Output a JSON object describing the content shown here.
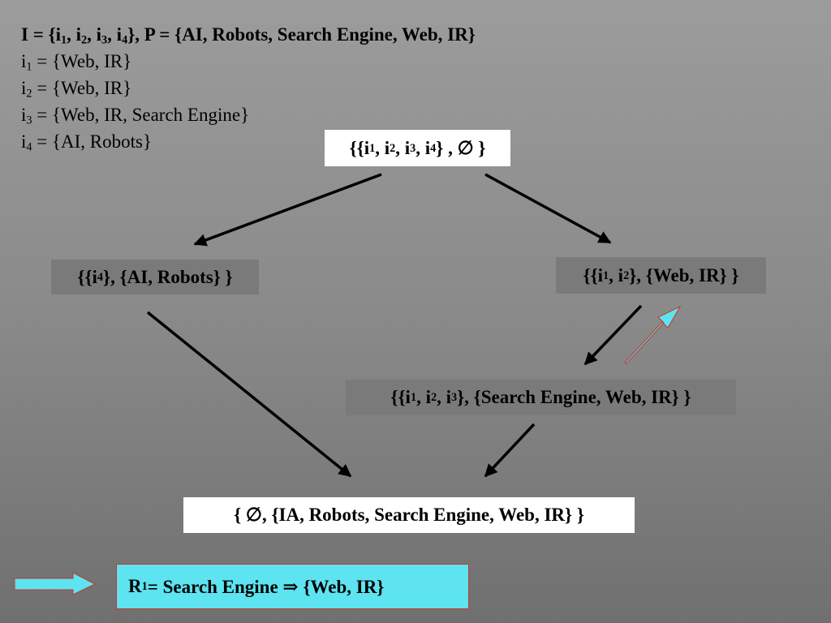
{
  "definitions": {
    "line1": {
      "prefix": "I = {i",
      "s1": "1",
      "t1": ", i",
      "s2": "2",
      "t2": ", i",
      "s3": "3",
      "t3": ", i",
      "s4": "4",
      "t4": "}, P = {AI, Robots, Search Engine, Web, IR}"
    },
    "items": [
      {
        "pre": "i",
        "sub": "1",
        "text": " = {Web, IR}"
      },
      {
        "pre": "i",
        "sub": "2",
        "text": " = {Web, IR}"
      },
      {
        "pre": "i",
        "sub": "3",
        "text": " = {Web, IR, Search Engine}"
      },
      {
        "pre": "i",
        "sub": "4",
        "text": " = {AI, Robots}"
      }
    ]
  },
  "nodes": {
    "top": {
      "p0": "{{i",
      "s1": "1",
      "p1": ", i",
      "s2": "2",
      "p2": ", i",
      "s3": "3",
      "p3": ", i",
      "s4": "4",
      "p4": "} , ∅ }"
    },
    "left": {
      "p0": "{{i",
      "s1": "4",
      "p1": "}, {AI, Robots} }"
    },
    "right": {
      "p0": "{{i",
      "s1": "1",
      "p1": ", i",
      "s2": "2",
      "p2": "}, {Web, IR} }"
    },
    "middle": {
      "p0": "{{i",
      "s1": "1",
      "p1": ", i",
      "s2": "2",
      "p2": ", i",
      "s3": "3",
      "p3": "}, {Search Engine, Web, IR} }"
    },
    "bottom": {
      "text": "{ ∅, {IA, Robots, Search Engine, Web, IR} }"
    }
  },
  "rule": {
    "pre": "R",
    "sub": "1",
    "text": " = Search Engine ⇒ {Web, IR}"
  },
  "colors": {
    "highlight_fill": "#5ee3f0",
    "highlight_border": "#c0392b",
    "arrow": "#000000"
  }
}
